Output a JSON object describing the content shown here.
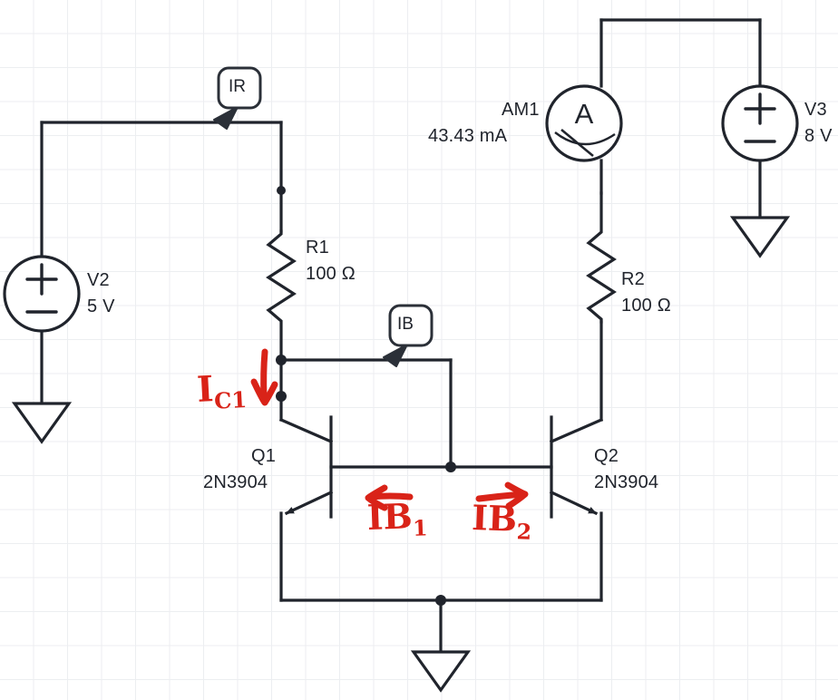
{
  "diagram": {
    "title": "Current mirror circuit schematic",
    "background": "#ffffff",
    "grid_color": "#eceef1",
    "wire_color": "#20242c",
    "annotation_color": "#d92318"
  },
  "sources": [
    {
      "id": "V2",
      "name": "V2",
      "value": "5 V",
      "symbol": "voltage-source",
      "plus": "+",
      "minus": "−"
    },
    {
      "id": "V3",
      "name": "V3",
      "value": "8 V",
      "symbol": "voltage-source",
      "plus": "+",
      "minus": "−"
    }
  ],
  "resistors": [
    {
      "id": "R1",
      "name": "R1",
      "value": "100 Ω"
    },
    {
      "id": "R2",
      "name": "R2",
      "value": "100 Ω"
    }
  ],
  "transistors": [
    {
      "id": "Q1",
      "name": "Q1",
      "part": "2N3904",
      "type": "NPN"
    },
    {
      "id": "Q2",
      "name": "Q2",
      "part": "2N3904",
      "type": "NPN"
    }
  ],
  "meters": [
    {
      "id": "AM1",
      "name": "AM1",
      "reading": "43.43 mA",
      "glyph": "A",
      "symbol": "ammeter"
    }
  ],
  "net_tags": [
    {
      "id": "IR",
      "label": "IR"
    },
    {
      "id": "IB",
      "label": "IB"
    }
  ],
  "annotations": [
    {
      "id": "IC1",
      "text": "I",
      "sub": "C1",
      "arrow": "down"
    },
    {
      "id": "IB1",
      "text": "IB",
      "sub": "1",
      "arrow": "left"
    },
    {
      "id": "IB2",
      "text": "IB",
      "sub": "2",
      "arrow": "right"
    }
  ],
  "grounds": [
    {
      "id": "gnd-v2",
      "symbol": "ground-triangle"
    },
    {
      "id": "gnd-v3",
      "symbol": "ground-triangle"
    },
    {
      "id": "gnd-emitter",
      "symbol": "ground-triangle"
    }
  ]
}
